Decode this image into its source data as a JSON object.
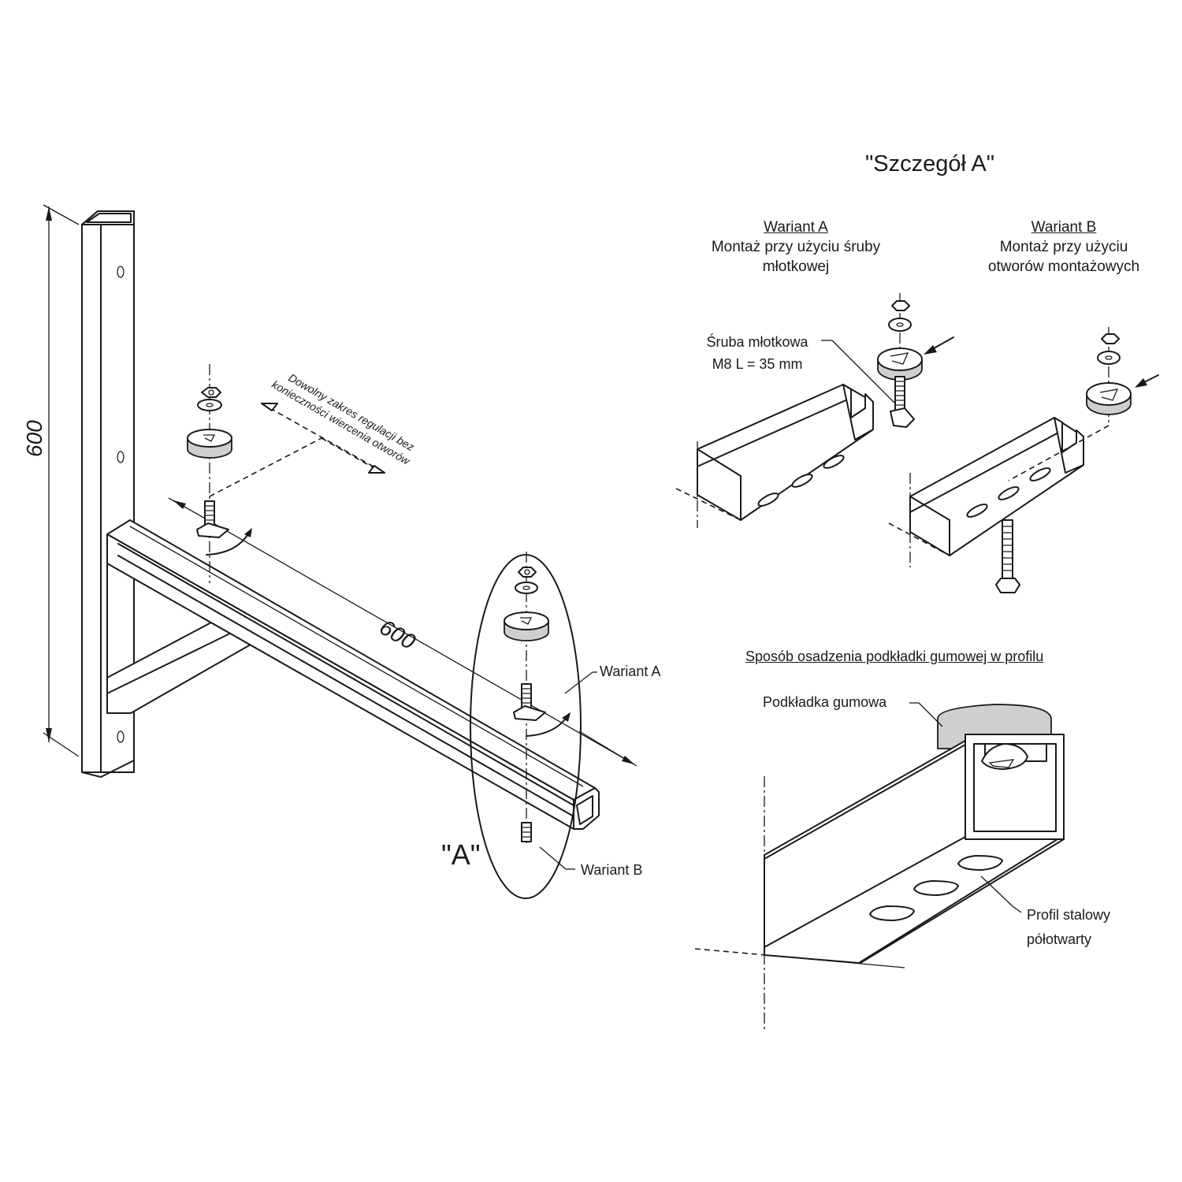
{
  "main": {
    "height_dim": "600",
    "length_dim": "600",
    "adjust_note_line1": "Dowolny zakres regulacji bez",
    "adjust_note_line2": "konieczności wiercenia otworów",
    "detail_marker": "\"A\"",
    "label_variant_a": "Wariant A",
    "label_variant_b": "Wariant B"
  },
  "detail": {
    "title": "\"Szczegół A\"",
    "variant_a": {
      "heading": "Wariant A",
      "desc_line1": "Montaż przy użyciu śruby",
      "desc_line2": "młotkowej"
    },
    "variant_b": {
      "heading": "Wariant B",
      "desc_line1": "Montaż przy użyciu",
      "desc_line2": "otworów montażowych"
    },
    "bolt_label_line1": "Śruba młotkowa",
    "bolt_label_line2": "M8 L = 35 mm"
  },
  "seating": {
    "title": "Sposób osadzenia podkładki gumowej w profilu",
    "pad_label": "Podkładka gumowa",
    "profile_line1": "Profil stalowy",
    "profile_line2": "półotwarty"
  },
  "colors": {
    "ink": "#1a1a1a",
    "paper": "#ffffff"
  }
}
